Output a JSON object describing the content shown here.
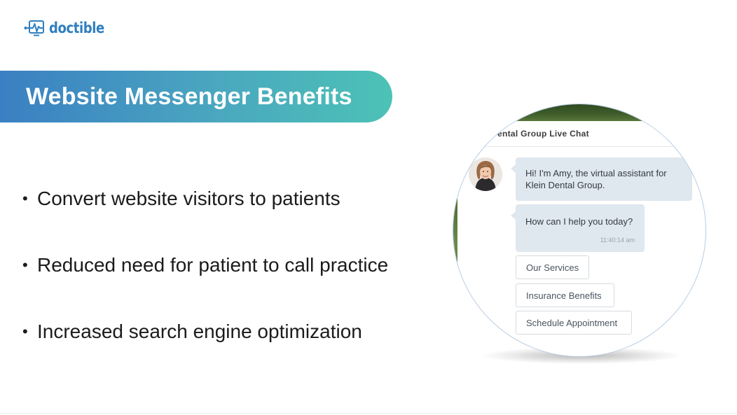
{
  "logo": {
    "text": "doctible",
    "brand_color": "#2f7fc1",
    "icon": "pulse-screen-icon"
  },
  "banner": {
    "title": "Website Messenger Benefits",
    "gradient_colors": [
      "#3a7fc3",
      "#4cc2b6"
    ]
  },
  "bullets": [
    {
      "marker": "•",
      "text": "Convert website visitors to patients"
    },
    {
      "marker": "•",
      "text": "Reduced need for patient to call practice"
    },
    {
      "marker": "•",
      "text": "Increased search engine optimization"
    }
  ],
  "chat": {
    "header": "Dental Group Live Chat",
    "avatar_icon": "assistant-avatar-icon",
    "messages": [
      {
        "text": "Hi! I'm Amy, the virtual assistant for Klein Dental Group.",
        "time": ""
      },
      {
        "text": "How can I help you today?",
        "time": "11:40:14 am"
      }
    ],
    "quick_replies": [
      "Our Services",
      "Insurance Benefits",
      "Schedule Appointment"
    ],
    "bubble_color": "#dfe7ef"
  }
}
